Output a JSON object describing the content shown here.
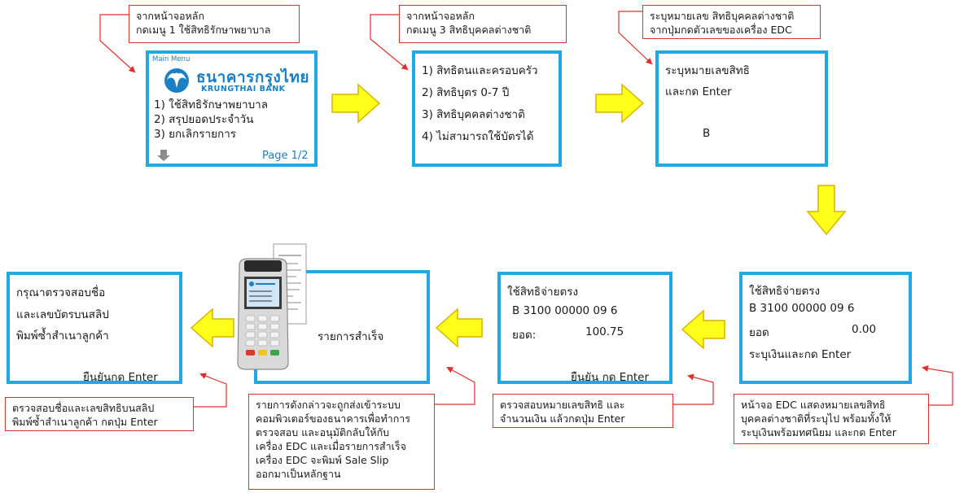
{
  "colors": {
    "screen_border": "#1fa8e6",
    "note_border": "#e0302a",
    "arrow_fill": "#ffff1a",
    "arrow_stroke": "#d8b400",
    "logo": "#1a7fc4"
  },
  "notes": {
    "n1": [
      "จากหน้าจอหลัก",
      "กดเมนู 1 ใช้สิทธิรักษาพยาบาล"
    ],
    "n2": [
      "จากหน้าจอหลัก",
      "กดเมนู 3 สิทธิบุคคลต่างชาติ"
    ],
    "n3": [
      "ระบุหมายเลข สิทธิบุคคลต่างชาติ",
      "จากปุ่มกดตัวเลขของเครื่อง EDC"
    ],
    "n4": [
      "หน้าจอ EDC แสดงหมายเลขสิทธิ",
      "บุคคลต่างชาติที่ระบุไป พร้อมทั้งให้",
      "ระบุเงินพร้อมทศนิยม และกด Enter"
    ],
    "n5": [
      "ตรวจสอบหมายเลขสิทธิ และ",
      "จำนวนเงิน แล้วกดปุ่ม Enter"
    ],
    "n6": [
      "รายการดังกล่าวจะถูกส่งเข้าระบบ",
      "คอมพิวเตอร์ของธนาคารเพื่อทำการ",
      "ตรวจสอบ และอนุมัติกลับให้กับ",
      "เครื่อง EDC และเมื่อรายการสำเร็จ",
      "เครื่อง EDC จะพิมพ์ Sale Slip",
      "ออกมาเป็นหลักฐาน"
    ],
    "n7": [
      "ตรวจสอบชื่อและเลขสิทธิบนสลิป",
      "พิมพ์ซ้ำสำเนาลูกค้า กดปุ่ม Enter"
    ]
  },
  "screens": {
    "s1": {
      "mainmenu": "Main Menu",
      "logo_th": "ธนาคารกรุงไทย",
      "logo_en": "KRUNGTHAI BANK",
      "items": [
        "1) ใช้สิทธิรักษาพยาบาล",
        "2) สรุปยอดประจำวัน",
        "3) ยกเลิกรายการ"
      ],
      "page": "Page 1/2"
    },
    "s2": {
      "items": [
        "1) สิทธิตนและครอบครัว",
        "2) สิทธิบุตร 0-7 ปี",
        "3) สิทธิบุคคลต่างชาติ",
        "4) ไม่สามารถใช้บัตรได้"
      ]
    },
    "s3": {
      "line1": "ระบุหมายเลขสิทธิ",
      "line2": "และกด Enter",
      "value": "B"
    },
    "s4": {
      "title": "ใช้สิทธิจ่ายตรง",
      "id": "B  3100 00000 09 6",
      "amount_label": "ยอด",
      "amount": "0.00",
      "prompt": "ระบุเงินและกด Enter"
    },
    "s5": {
      "title": "ใช้สิทธิจ่ายตรง",
      "id": "B 3100 00000 09 6",
      "amount_label": "ยอด:",
      "amount": "100.75",
      "confirm": "ยืนยัน กด Enter"
    },
    "s6": {
      "text": "รายการสำเร็จ"
    },
    "s7": {
      "lines": [
        "กรุณาตรวจสอบชื่อ",
        "และเลขบัตรบนสลิป",
        "พิมพ์ซ้ำสำเนาลูกค้า"
      ],
      "confirm": "ยืนยันกด Enter"
    }
  }
}
